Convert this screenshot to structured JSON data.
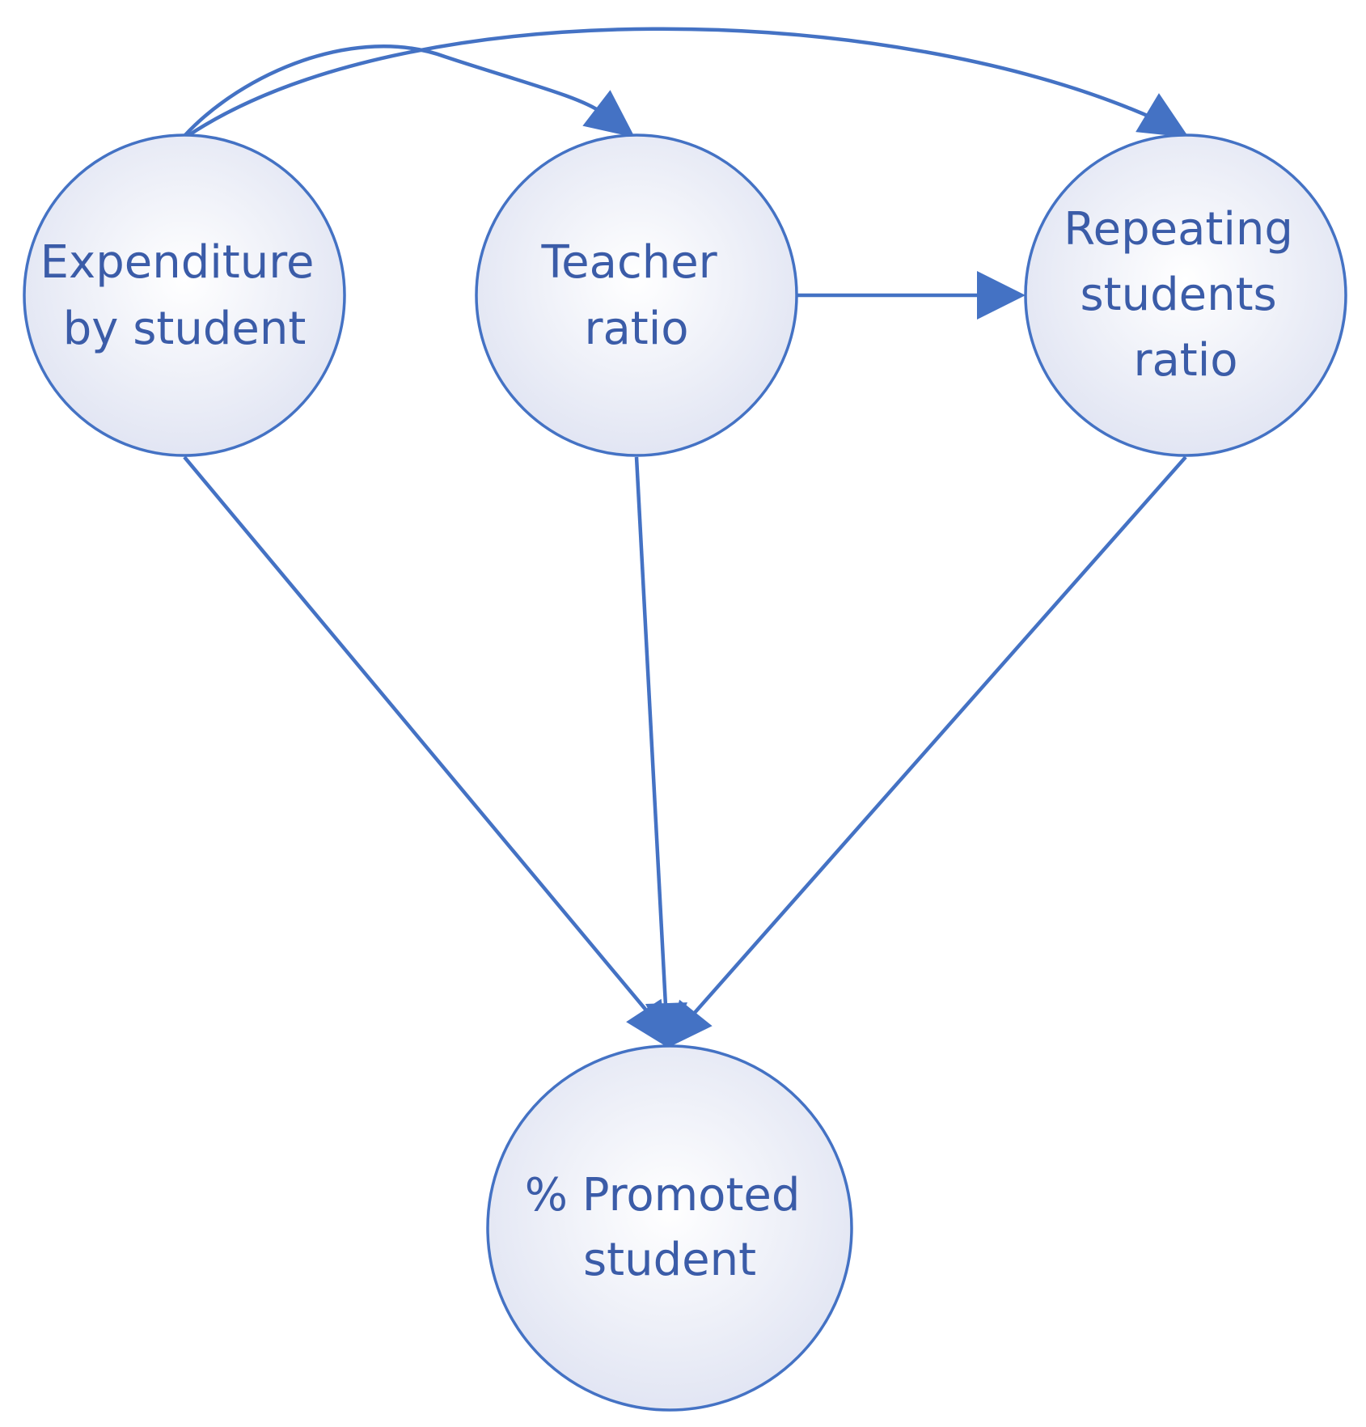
{
  "colors": {
    "stroke": "#4472c4",
    "text": "#3b5ca8",
    "fill_center": "#ffffff",
    "fill_edge": "#dfe3f2"
  },
  "nodes": [
    {
      "id": "expenditure",
      "lines": [
        "Expenditure",
        "by student"
      ]
    },
    {
      "id": "teacher",
      "lines": [
        "Teacher",
        "ratio"
      ]
    },
    {
      "id": "repeating",
      "lines": [
        "Repeating",
        "students",
        "ratio"
      ]
    },
    {
      "id": "promoted",
      "lines": [
        "% Promoted",
        "student"
      ]
    }
  ],
  "edges": [
    {
      "from": "expenditure",
      "to": "teacher"
    },
    {
      "from": "expenditure",
      "to": "repeating"
    },
    {
      "from": "teacher",
      "to": "repeating"
    },
    {
      "from": "expenditure",
      "to": "promoted"
    },
    {
      "from": "teacher",
      "to": "promoted"
    },
    {
      "from": "repeating",
      "to": "promoted"
    }
  ]
}
